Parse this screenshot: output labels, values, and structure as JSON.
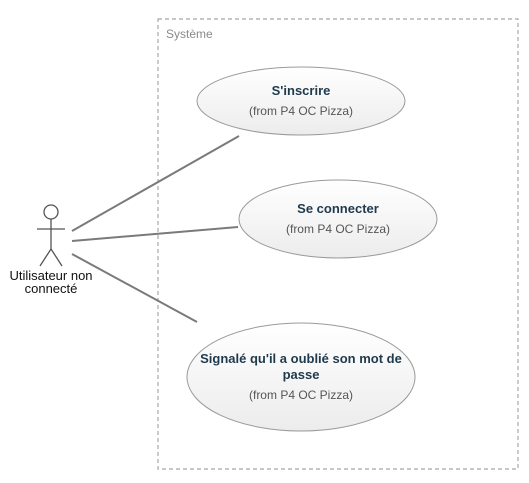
{
  "system": {
    "label": "Système"
  },
  "actor": {
    "name_line1": "Utilisateur non",
    "name_line2": "connecté"
  },
  "use_cases": [
    {
      "title": "S'inscrire",
      "title_line2": "",
      "source": "(from P4 OC Pizza)"
    },
    {
      "title": "Se connecter",
      "title_line2": "",
      "source": "(from P4 OC Pizza)"
    },
    {
      "title": "Signalé qu'il a oublié son mot de",
      "title_line2": "passe",
      "source": "(from P4 OC Pizza)"
    }
  ],
  "colors": {
    "boundary": "#a8a8a8",
    "ellipse_stroke": "#9a9a9a",
    "association": "#7a7a7a",
    "actor_stroke": "#555555"
  }
}
